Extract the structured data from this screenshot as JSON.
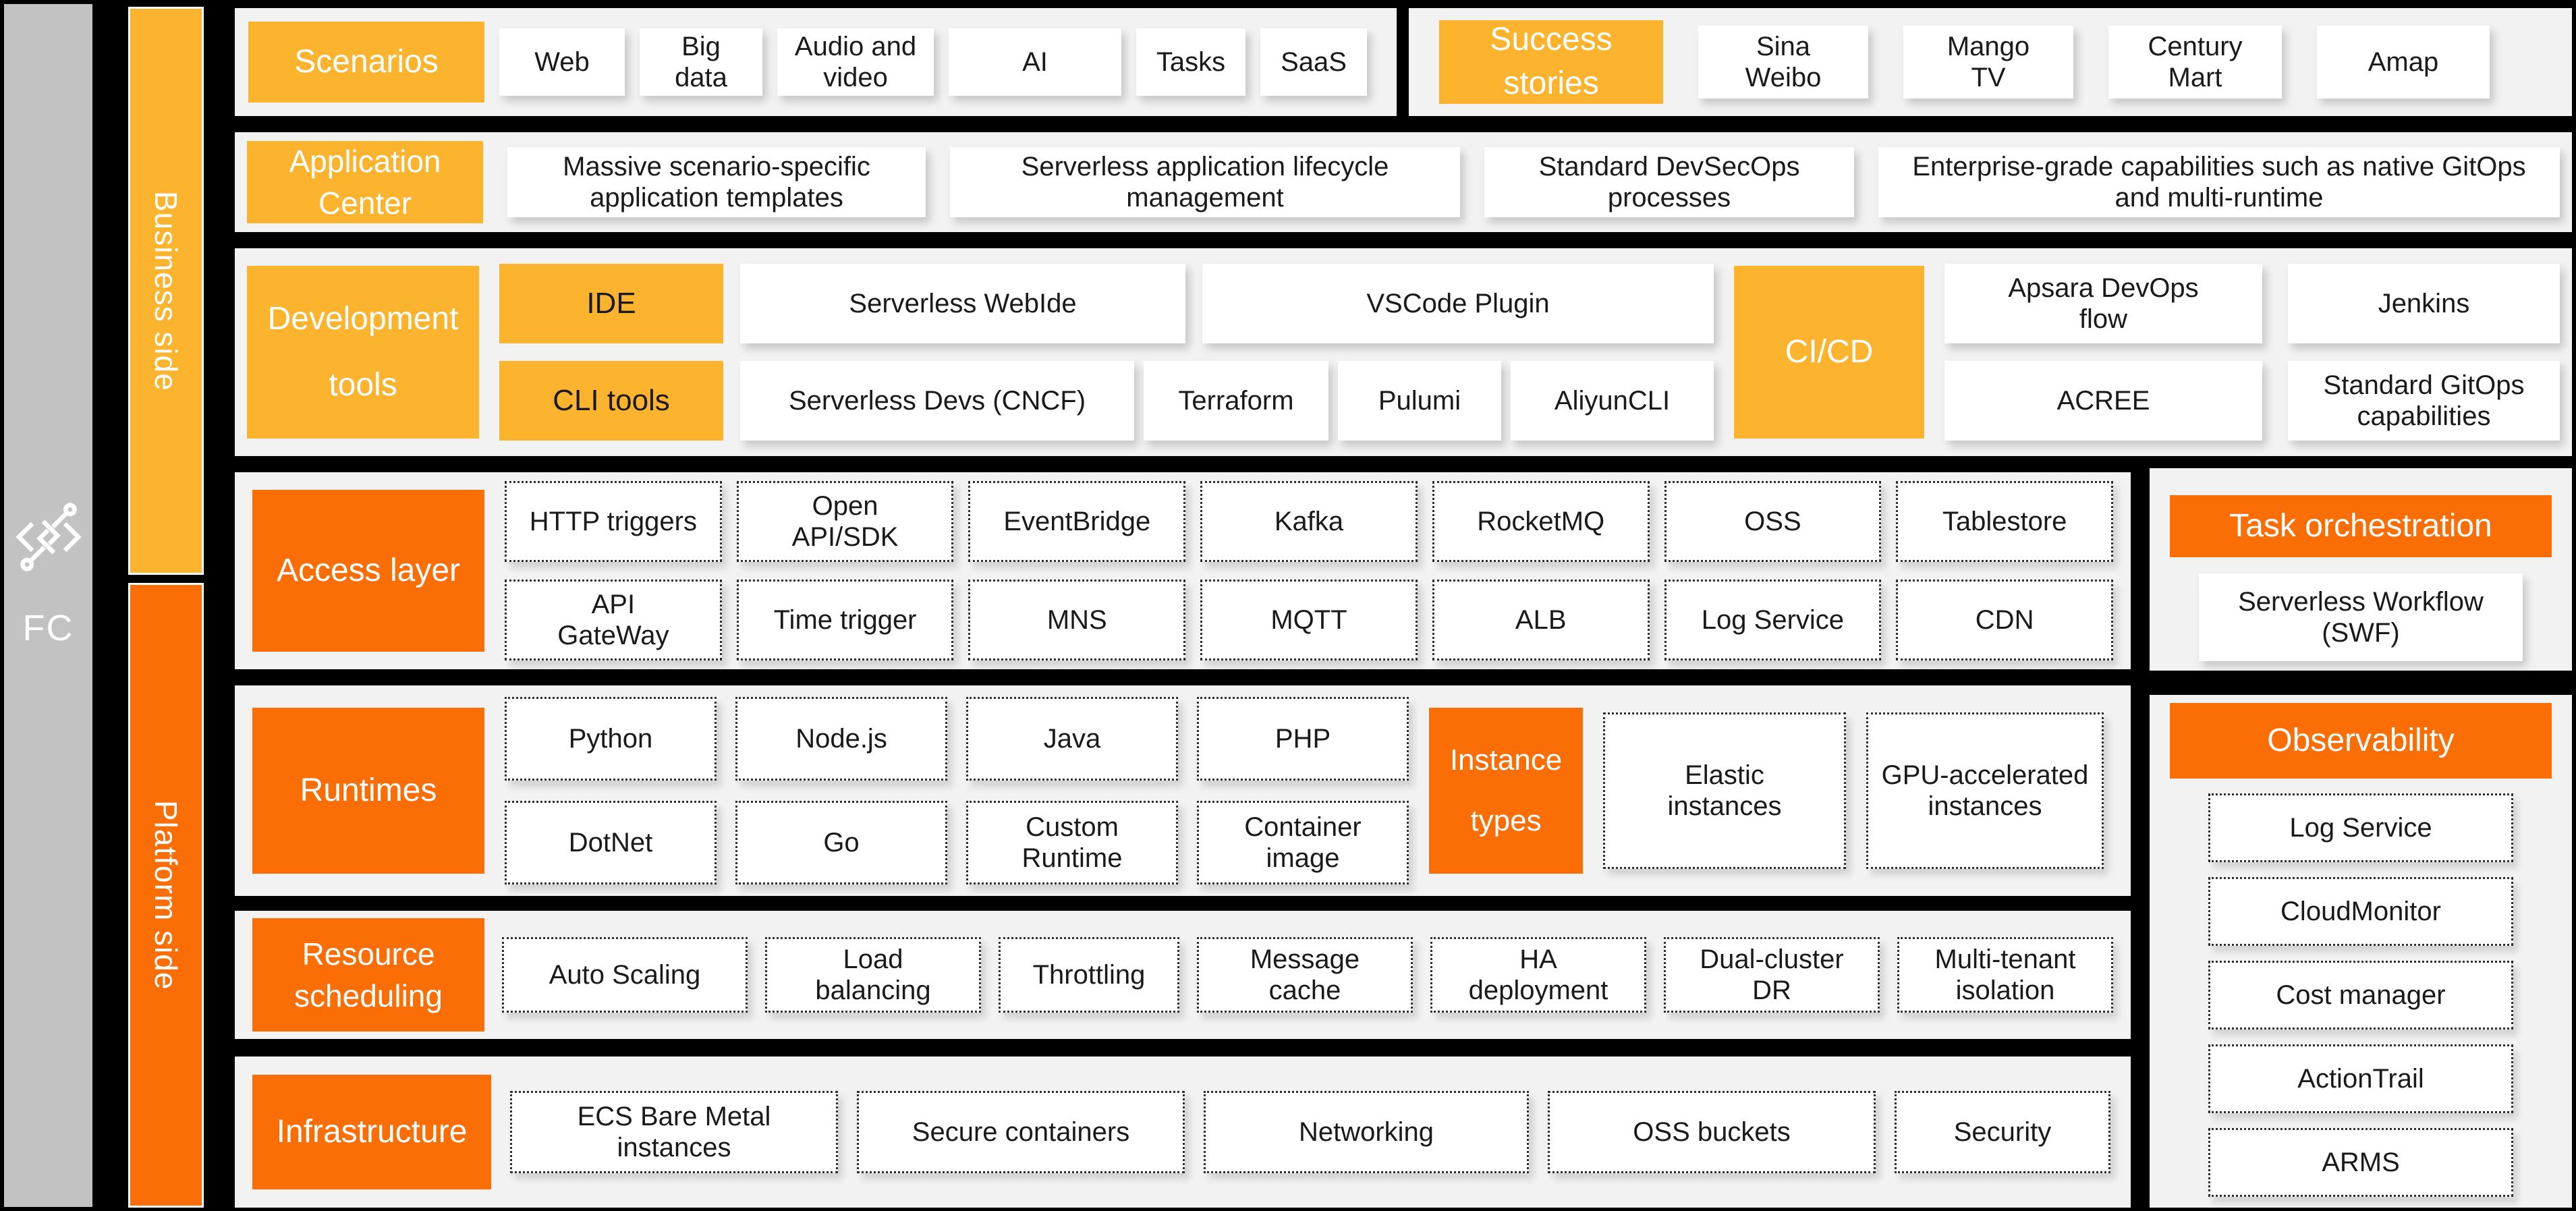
{
  "colors": {
    "amber": "#FCB32E",
    "orange": "#FB6D05",
    "panel_background": "#F2F2F2",
    "rail_gray": "#C2C2C2",
    "canvas_black": "#000000",
    "box_white": "#FFFFFF"
  },
  "left_rail": {
    "product_label": "FC",
    "icon": "function-compute-icon"
  },
  "side_rails": {
    "business": "Business side",
    "platform": "Platform side"
  },
  "scenarios": {
    "label": "Scenarios",
    "items": [
      "Web",
      "Big data",
      "Audio and video",
      "AI",
      "Tasks",
      "SaaS"
    ]
  },
  "success_stories": {
    "label": "Success stories",
    "items": [
      "Sina Weibo",
      "Mango TV",
      "Century Mart",
      "Amap"
    ]
  },
  "application_center": {
    "label": "Application Center",
    "items": [
      "Massive scenario-specific application templates",
      "Serverless application lifecycle management",
      "Standard DevSecOps processes",
      "Enterprise-grade capabilities such as native GitOps and multi-runtime"
    ]
  },
  "development_tools": {
    "label": "Development tools",
    "ide": {
      "label": "IDE",
      "items": [
        "Serverless WebIde",
        "VSCode Plugin"
      ]
    },
    "cli": {
      "label": "CLI tools",
      "items": [
        "Serverless Devs (CNCF)",
        "Terraform",
        "Pulumi",
        "AliyunCLI"
      ]
    },
    "cicd": {
      "label": "CI/CD",
      "column1": [
        "Apsara DevOps flow",
        "ACREE"
      ],
      "column2": [
        "Jenkins",
        "Standard GitOps capabilities"
      ]
    }
  },
  "access_layer": {
    "label": "Access layer",
    "row1": [
      "HTTP triggers",
      "Open API/SDK",
      "EventBridge",
      "Kafka",
      "RocketMQ",
      "OSS",
      "Tablestore"
    ],
    "row2": [
      "API GateWay",
      "Time trigger",
      "MNS",
      "MQTT",
      "ALB",
      "Log Service",
      "CDN"
    ]
  },
  "task_orchestration": {
    "label": "Task orchestration",
    "items": [
      "Serverless Workflow (SWF)"
    ]
  },
  "runtimes": {
    "label": "Runtimes",
    "row1": [
      "Python",
      "Node.js",
      "Java",
      "PHP"
    ],
    "row2": [
      "DotNet",
      "Go",
      "Custom Runtime",
      "Container image"
    ]
  },
  "instance_types": {
    "label": "Instance types",
    "items": [
      "Elastic instances",
      "GPU-accelerated instances"
    ]
  },
  "resource_scheduling": {
    "label": "Resource scheduling",
    "items": [
      "Auto Scaling",
      "Load balancing",
      "Throttling",
      "Message cache",
      "HA deployment",
      "Dual-cluster DR",
      "Multi-tenant isolation"
    ]
  },
  "infrastructure": {
    "label": "Infrastructure",
    "items": [
      "ECS Bare Metal instances",
      "Secure containers",
      "Networking",
      "OSS buckets",
      "Security"
    ]
  },
  "observability": {
    "label": "Observability",
    "items": [
      "Log Service",
      "CloudMonitor",
      "Cost manager",
      "ActionTrail",
      "ARMS"
    ]
  }
}
